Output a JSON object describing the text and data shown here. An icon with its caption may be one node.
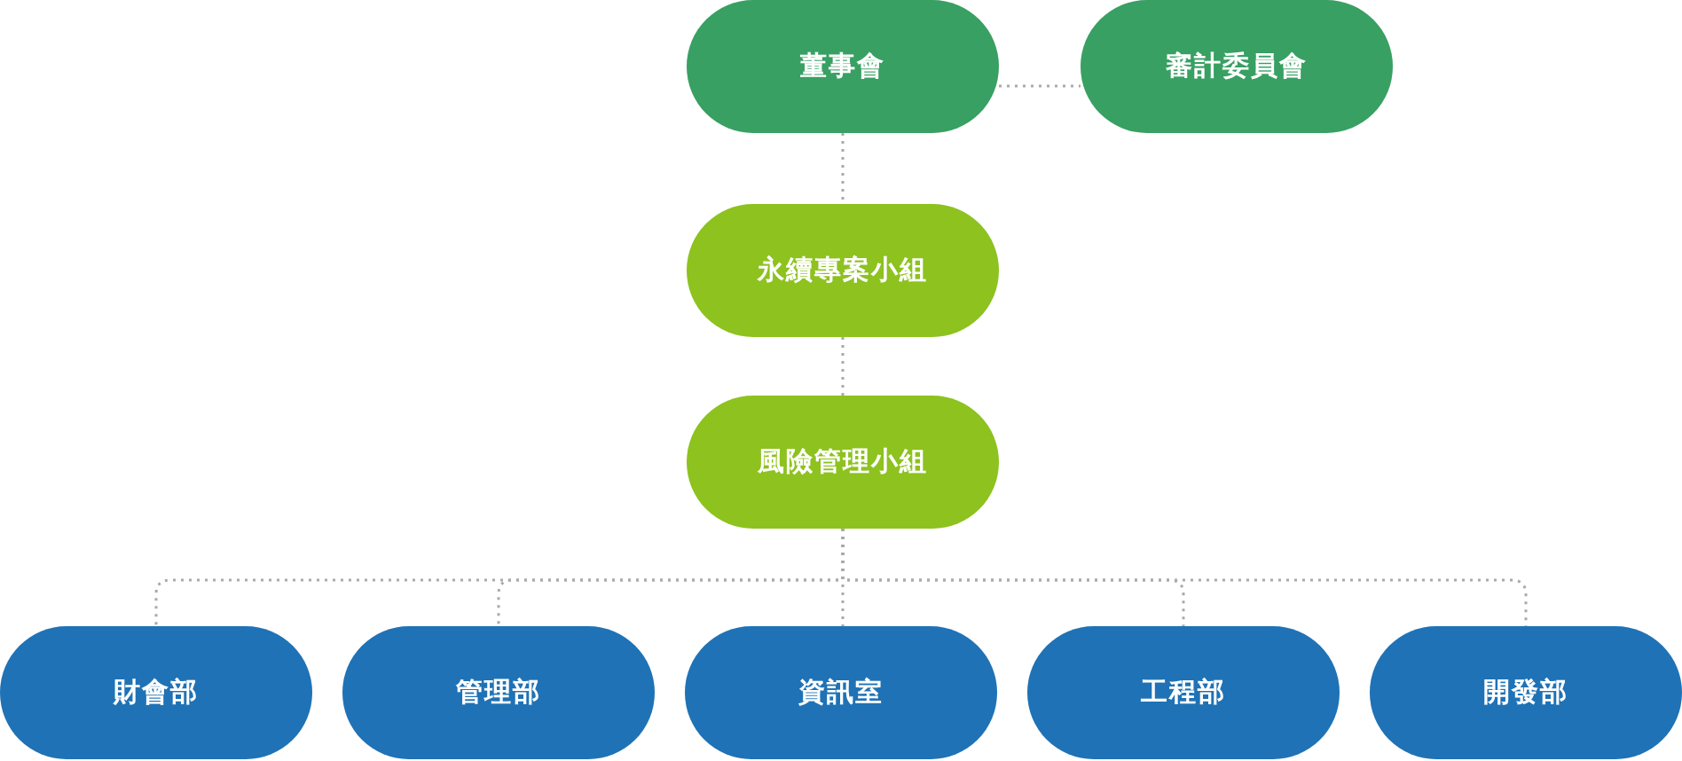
{
  "diagram": {
    "nodes": [
      {
        "text": [
          "董事會"
        ]
      },
      {
        "text": [
          "審計委員會"
        ]
      },
      {
        "text": [
          "永續專案小組"
        ]
      },
      {
        "text": [
          "風險管理小組"
        ]
      },
      {
        "text": [
          "財會部"
        ]
      },
      {
        "text": [
          "管理部"
        ]
      },
      {
        "text": [
          "資訊室"
        ]
      },
      {
        "text": [
          "工程部"
        ]
      },
      {
        "text": [
          "開發部"
        ]
      }
    ],
    "edges": [
      {
        "from": 0,
        "to": 1,
        "arrow": "none"
      },
      {
        "from": 0,
        "to": 2,
        "arrow": "none"
      },
      {
        "from": 2,
        "to": 3,
        "arrow": "none"
      },
      {
        "from": 3,
        "to": 4,
        "arrow": "none"
      },
      {
        "from": 3,
        "to": 5,
        "arrow": "none"
      },
      {
        "from": 3,
        "to": 6,
        "arrow": "none"
      },
      {
        "from": 3,
        "to": 7,
        "arrow": "none"
      },
      {
        "from": 3,
        "to": 8,
        "arrow": "none"
      }
    ]
  }
}
